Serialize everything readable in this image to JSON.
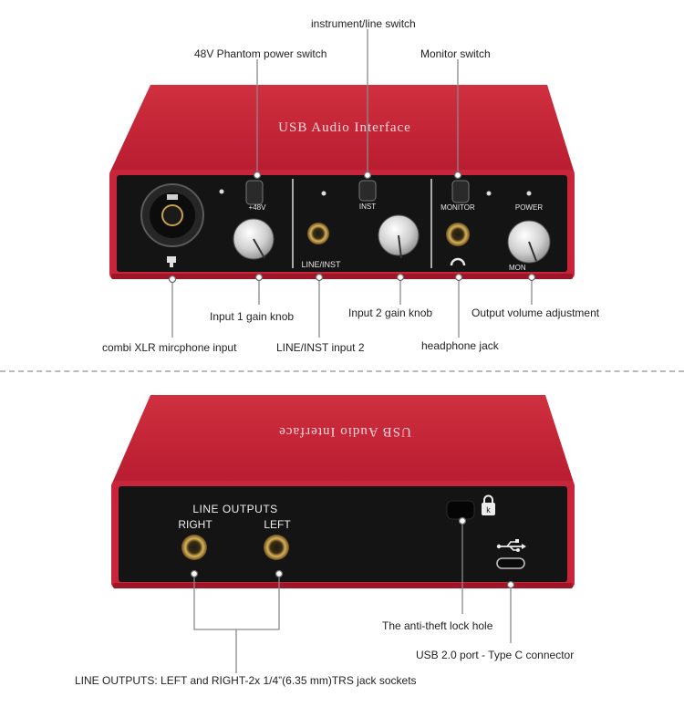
{
  "front_panel": {
    "case_title": "USB Audio Interface",
    "labels": {
      "phantom": "+48V",
      "inst": "INST",
      "line_inst": "LINE/INST",
      "monitor": "MONITOR",
      "power": "POWER",
      "mon": "MON"
    },
    "callouts": {
      "phantom_switch": "48V Phantom power switch",
      "instrument_switch": "instrument/line switch",
      "monitor_switch": "Monitor switch",
      "input1_gain": "Input 1 gain knob",
      "input2_gain": "Input 2 gain knob",
      "output_volume": "Output volume adjustment",
      "xlr_input": "combi XLR mircphone input",
      "line_inst_input": "LINE/INST input 2",
      "headphone_jack": "headphone jack"
    }
  },
  "rear_panel": {
    "case_title": "USB Audio Interface",
    "labels": {
      "line_outputs": "LINE OUTPUTS",
      "right": "RIGHT",
      "left": "LEFT"
    },
    "callouts": {
      "lock_hole": "The anti-theft lock hole",
      "usb_port": "USB 2.0 port - Type C connector",
      "line_outputs": "LINE OUTPUTS: LEFT and RIGHT-2x 1/4”(6.35 mm)TRS jack sockets"
    }
  },
  "colors": {
    "case_red": "#c8243a",
    "case_red_dark": "#9c1628",
    "panel_black": "#141414",
    "knob_silver": "#d8d8d8",
    "jack_gold": "#c9a04a"
  }
}
